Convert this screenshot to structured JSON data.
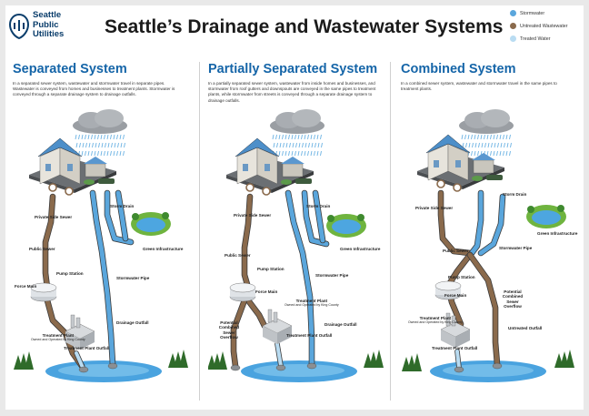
{
  "logo": {
    "text": "Seattle\nPublic\nUtilities"
  },
  "title": "Seattle’s Drainage and Wastewater Systems",
  "legend": [
    {
      "label": "Stormwater",
      "color": "#5aa6dc"
    },
    {
      "label": "Untreated Wastewater",
      "color": "#8a6a4c"
    },
    {
      "label": "Treated Water",
      "color": "#b9dcf2"
    }
  ],
  "panels": [
    {
      "title": "Separated System",
      "description": "In a separated sewer system, wastewater and stormwater travel in separate pipes. Wastewater is conveyed from homes and businesses to treatment plants. Stormwater is conveyed through a separate drainage system to drainage outfalls.",
      "labels": {
        "private_side_sewer": "Private Side Sewer",
        "storm_drain": "Storm Drain",
        "green_infrastructure": "Green Infrastructure",
        "public_sewer": "Public Sewer",
        "pump_station": "Pump Station",
        "force_main": "Force Main",
        "stormwater_pipe": "Stormwater Pipe",
        "drainage_outfall": "Drainage Outfall",
        "treatment_plant": "Treatment Plant",
        "treatment_plant_sub": "Owned and Operated by King County",
        "treatment_plant_outfall": "Treatment Plant Outfall"
      }
    },
    {
      "title": "Partially Separated System",
      "description": "In a partially separated sewer system, wastewater from inside homes and businesses, and stormwater from roof gutters and downspouts are conveyed in the same pipes to treatment plants, while stormwater from streets is conveyed through a separate drainage system to drainage outfalls.",
      "labels": {
        "private_side_sewer": "Private Side Sewer",
        "storm_drain": "Storm Drain",
        "green_infrastructure": "Green Infrastructure",
        "public_sewer": "Public Sewer",
        "pump_station": "Pump Station",
        "force_main": "Force Main",
        "stormwater_pipe": "Stormwater Pipe",
        "treatment_plant": "Treatment Plant",
        "treatment_plant_sub": "Owned and Operated by King County",
        "potential_cso": "Potential Combined Sewer Overflow",
        "treatment_plant_outfall": "Treatment Plant Outfall",
        "drainage_outfall": "Drainage Outfall"
      }
    },
    {
      "title": "Combined System",
      "description": "In a combined sewer system, wastewater and stormwater travel in the same pipes to treatment plants.",
      "labels": {
        "private_side_sewer": "Private Side Sewer",
        "storm_drain": "Storm Drain",
        "green_infrastructure": "Green Infrastructure",
        "public_sewer": "Public Sewer",
        "stormwater_pipe": "Stormwater Pipe",
        "pump_station": "Pump Station",
        "force_main": "Force Main",
        "potential_cso": "Potential Combined Sewer Overflow",
        "treatment_plant": "Treatment Plant",
        "treatment_plant_sub": "Owned and Operated by King County",
        "untreated_outfall": "Untreated Outfall",
        "treatment_plant_outfall": "Treatment Plant Outfall"
      }
    }
  ]
}
